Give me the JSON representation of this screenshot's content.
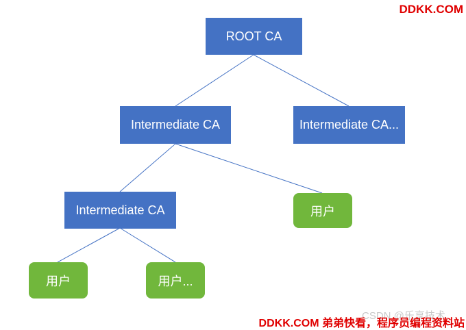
{
  "nodes": {
    "root": "ROOT CA",
    "intermediate_1": "Intermediate CA",
    "intermediate_2": "Intermediate CA...",
    "intermediate_3": "Intermediate CA",
    "user_1": "用户",
    "user_2": "用户",
    "user_3": "用户..."
  },
  "watermarks": {
    "top_right": "DDKK.COM",
    "bottom_right": "DDKK.COM 弟弟快看，程序员编程资料站",
    "csdn": "CSDN @乐享技术"
  },
  "colors": {
    "ca_node": "#4472c4",
    "user_node": "#71b73c",
    "connector": "#4472c4",
    "watermark": "#e00000"
  }
}
